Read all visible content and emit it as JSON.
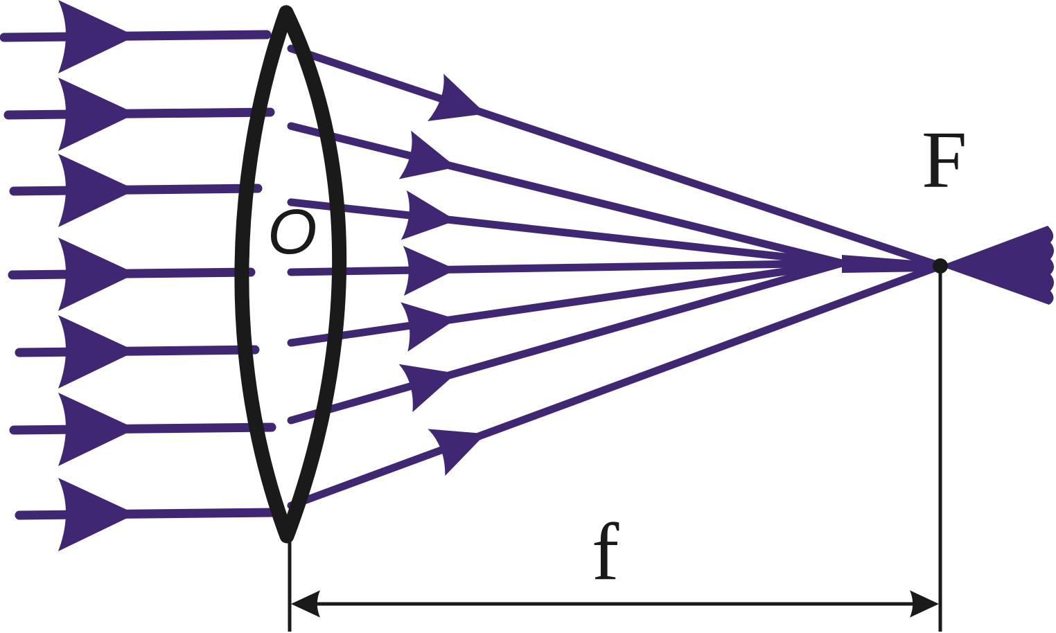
{
  "labels": {
    "optical_center": "O",
    "focal_point": "F",
    "focal_length": "f"
  },
  "colors": {
    "ray": "#3f2774",
    "lens": "#1a1a1a",
    "background": "#ffffff"
  },
  "ray_count": 7
}
